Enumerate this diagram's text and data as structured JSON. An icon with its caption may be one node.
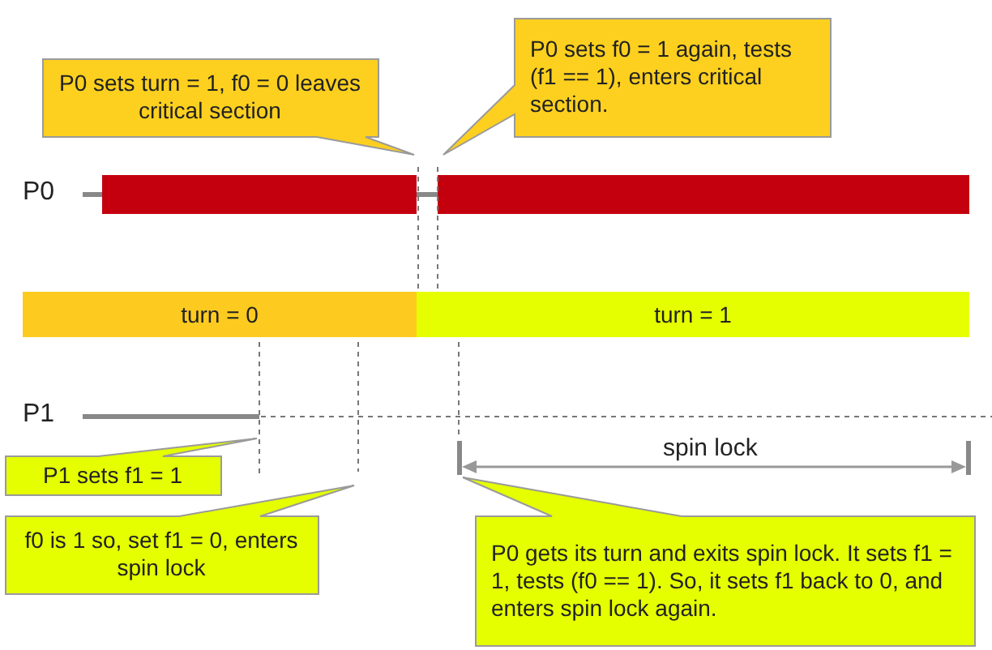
{
  "diagram": {
    "nodes": [
      {
        "text": [
          "P0 sets turn = 1, f0 = 0 leaves critical section"
        ]
      },
      {
        "text": [
          "P0 sets f0 = 1 again, tests (f1 == 1), enters critical section."
        ]
      },
      {
        "text": [
          "turn = 0"
        ]
      },
      {
        "text": [
          "turn = 1"
        ]
      },
      {
        "text": [
          "P1 sets f1 = 1"
        ]
      },
      {
        "text": [
          "f0 is 1 so, set f1 = 0, enters spin lock"
        ]
      },
      {
        "text": [
          "P0 gets its turn and exits spin lock. It sets f1 = 1, tests (f0 == 1). So, it sets f1 back to 0, and enters spin lock again."
        ]
      }
    ],
    "labels": [
      "P0",
      "P1",
      "spin lock"
    ]
  }
}
